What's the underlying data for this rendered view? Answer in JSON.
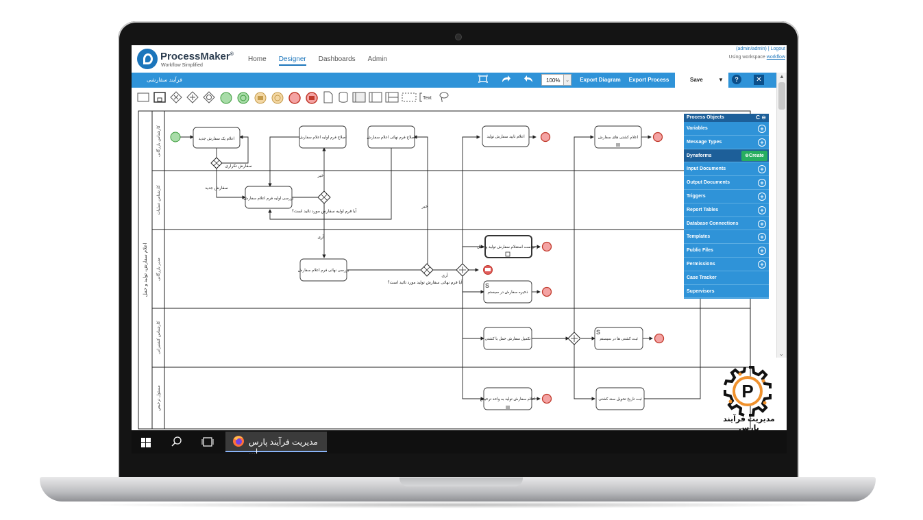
{
  "app": {
    "brand_name": "ProcessMaker",
    "brand_mark": "®",
    "tagline": "Workflow Simplified"
  },
  "nav": [
    "Home",
    "Designer",
    "Dashboards",
    "Admin"
  ],
  "nav_active": "Designer",
  "user": {
    "name_link": "(admin/admin) | Logout",
    "workspace_prefix": "Using workspace",
    "workspace": "workflow"
  },
  "toolbar": {
    "process_title": "فرآیند سفارشی",
    "zoom": "100%",
    "export_diagram": "Export Diagram",
    "export_process": "Export Process",
    "save": "Save",
    "help": "?",
    "close": "✕"
  },
  "palette": {
    "text_tool": "Text"
  },
  "diagram": {
    "pool_label": "اعلام سفارش، تولید و حمل",
    "lanes": [
      "کارشناس بازرگانی",
      "کارشناس عملیات",
      "مدیر بازرگانی",
      "کارشناس کشتیرانی",
      "مسئول ترخیص"
    ],
    "tasks": {
      "t1": "اعلام یک سفارش جدید",
      "t2": "بررسی اولیه فرم اعلام سفارش",
      "t3": "اصلاح فرم اولیه اعلام سفارش",
      "t4": "اصلاح فرم نهائی اعلام سفارش",
      "t5": "بررسی نهائی فرم اعلام سفارش",
      "t6": "اعلام تایید سفارش تولید",
      "t7": "درخواست استعلام سفارش تولید و حمل",
      "t8": "ذخیره سفارش در سیستم",
      "t9": "تکمیل سفارش حمل با کشتی",
      "t10": "اعلام سفارش تولید به واحد ترخیص",
      "t11": "اعلام کشتی های سفارش",
      "t12": "ثبت کشتی ها در سیستم",
      "t13": "ثبت تاریخ تحویل سند کشتی"
    },
    "flow_labels": {
      "repeat_order": "سفارش تکراری",
      "new_order": "سفارش جدید",
      "no1": "خیر",
      "q1": "آیا فرم اولیه سفارش مورد تائید است؟",
      "yes1": "آری",
      "no2": "خیر",
      "yes2": "آری",
      "q2": "آیا فرم نهائی سفارش تولید مورد تائید است؟"
    }
  },
  "process_objects": {
    "title": "Process Objects",
    "create": "Create",
    "items": [
      "Variables",
      "Message Types",
      "Dynaforms",
      "Input Documents",
      "Output Documents",
      "Triggers",
      "Report Tables",
      "Database Connections",
      "Templates",
      "Public Files",
      "Permissions",
      "Case Tracker",
      "Supervisors"
    ]
  },
  "taskbar": {
    "app_label": "مدیریت فرآیند پارس |..."
  },
  "watermark": {
    "text": "مدیریت فرآیند پارس",
    "letter": "P"
  }
}
